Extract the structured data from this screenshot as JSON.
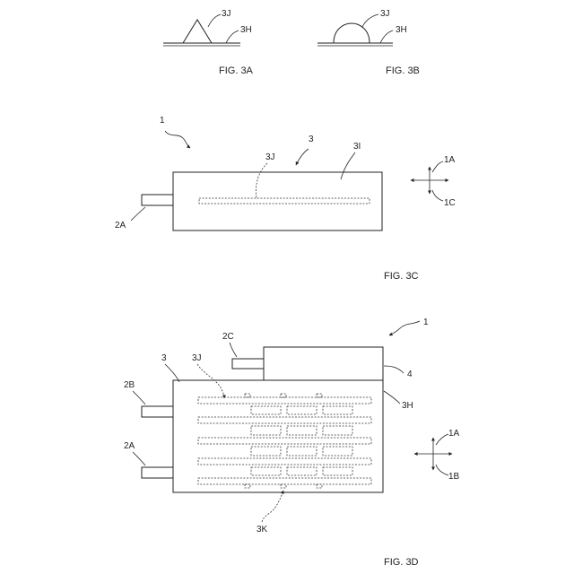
{
  "fig_3a": {
    "caption": "FIG. 3A",
    "labels": {
      "bump": "3J",
      "base": "3H"
    }
  },
  "fig_3b": {
    "caption": "FIG. 3B",
    "labels": {
      "bump": "3J",
      "base": "3H"
    }
  },
  "fig_3c": {
    "caption": "FIG. 3C",
    "labels": {
      "device": "1",
      "electrode_sheet": "3",
      "ridge": "3J",
      "surface": "3I",
      "tab": "2A",
      "dir_up": "1A",
      "dir_down": "1C"
    }
  },
  "fig_3d": {
    "caption": "FIG. 3D",
    "labels": {
      "device": "1",
      "electrode_sheet": "3",
      "ridge": "3J",
      "tab_c": "2C",
      "module": "4",
      "tab_b": "2B",
      "surface": "3H",
      "tab_a": "2A",
      "grid": "3K",
      "dir_up": "1A",
      "dir_down": "1B"
    }
  }
}
